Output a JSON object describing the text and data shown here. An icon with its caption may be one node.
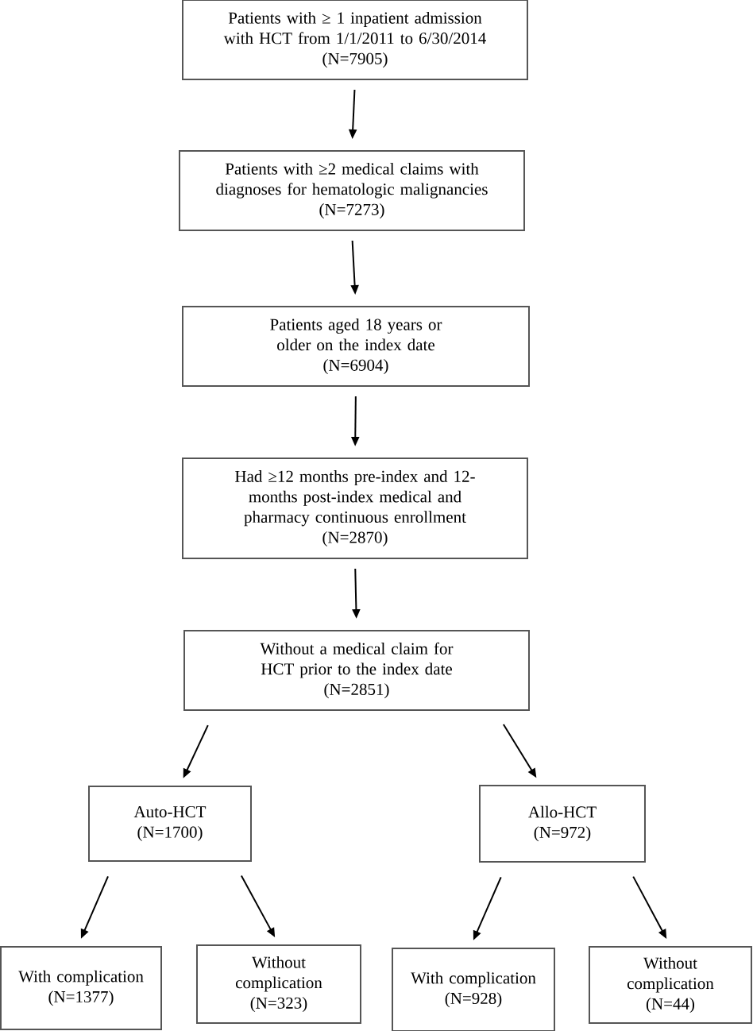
{
  "diagram": {
    "nodes": [
      {
        "text": [
          "Patients with ≥ 1 inpatient admission with HCT from 1/1/2011 to 6/30/2014",
          "(N=7905)"
        ]
      },
      {
        "text": [
          "Patients with ≥2 medical claims with diagnoses for hematologic malignancies",
          "(N=7273)"
        ]
      },
      {
        "text": [
          "Patients aged 18 years or older on the index date",
          "(N=6904)"
        ]
      },
      {
        "text": [
          "Had ≥12 months pre-index and 12-months post-index medical and pharmacy continuous enrollment",
          "(N=2870)"
        ]
      },
      {
        "text": [
          "Without a medical claim for HCT prior to the index date",
          "(N=2851)"
        ]
      },
      {
        "text": [
          "Auto-HCT",
          "(N=1700)"
        ]
      },
      {
        "text": [
          "Allo-HCT",
          "(N=972)"
        ]
      },
      {
        "text": [
          "With complication",
          "(N=1377)"
        ]
      },
      {
        "text": [
          "Without complication",
          "(N=323)"
        ]
      },
      {
        "text": [
          "With complication",
          "(N=928)"
        ]
      },
      {
        "text": [
          "Without complication",
          "(N=44)"
        ]
      }
    ],
    "edges": [
      {
        "from": 0,
        "to": 1,
        "arrow": "to"
      },
      {
        "from": 1,
        "to": 2,
        "arrow": "to"
      },
      {
        "from": 2,
        "to": 3,
        "arrow": "to"
      },
      {
        "from": 3,
        "to": 4,
        "arrow": "to"
      },
      {
        "from": 4,
        "to": 5,
        "arrow": "to"
      },
      {
        "from": 4,
        "to": 6,
        "arrow": "to"
      },
      {
        "from": 5,
        "to": 7,
        "arrow": "to"
      },
      {
        "from": 5,
        "to": 8,
        "arrow": "to"
      },
      {
        "from": 6,
        "to": 9,
        "arrow": "to"
      },
      {
        "from": 6,
        "to": 10,
        "arrow": "to"
      }
    ]
  }
}
